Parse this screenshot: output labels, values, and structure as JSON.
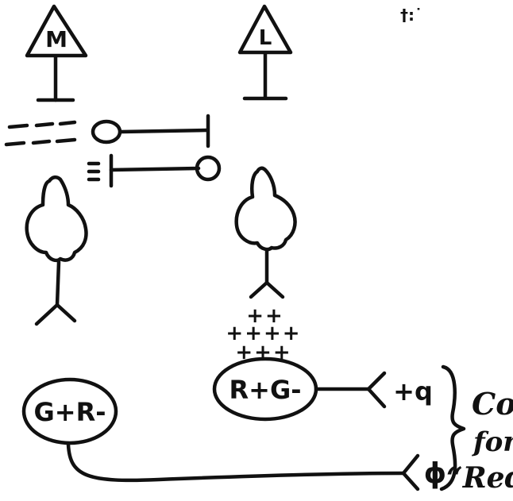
{
  "cones": {
    "m_label": "M",
    "l_label": "L"
  },
  "cells": {
    "left_cell_label": "G+R-",
    "right_cell_label": "R+G-"
  },
  "outputs": {
    "top_output_label": "+q",
    "bottom_output_label": "ϕ"
  },
  "charges": {
    "row1": "++",
    "row2": "++++",
    "row3": "+++"
  },
  "annotation": {
    "line1": "Code",
    "line2": "for",
    "line3": "“Red”"
  },
  "corner_mark": "†:˙"
}
